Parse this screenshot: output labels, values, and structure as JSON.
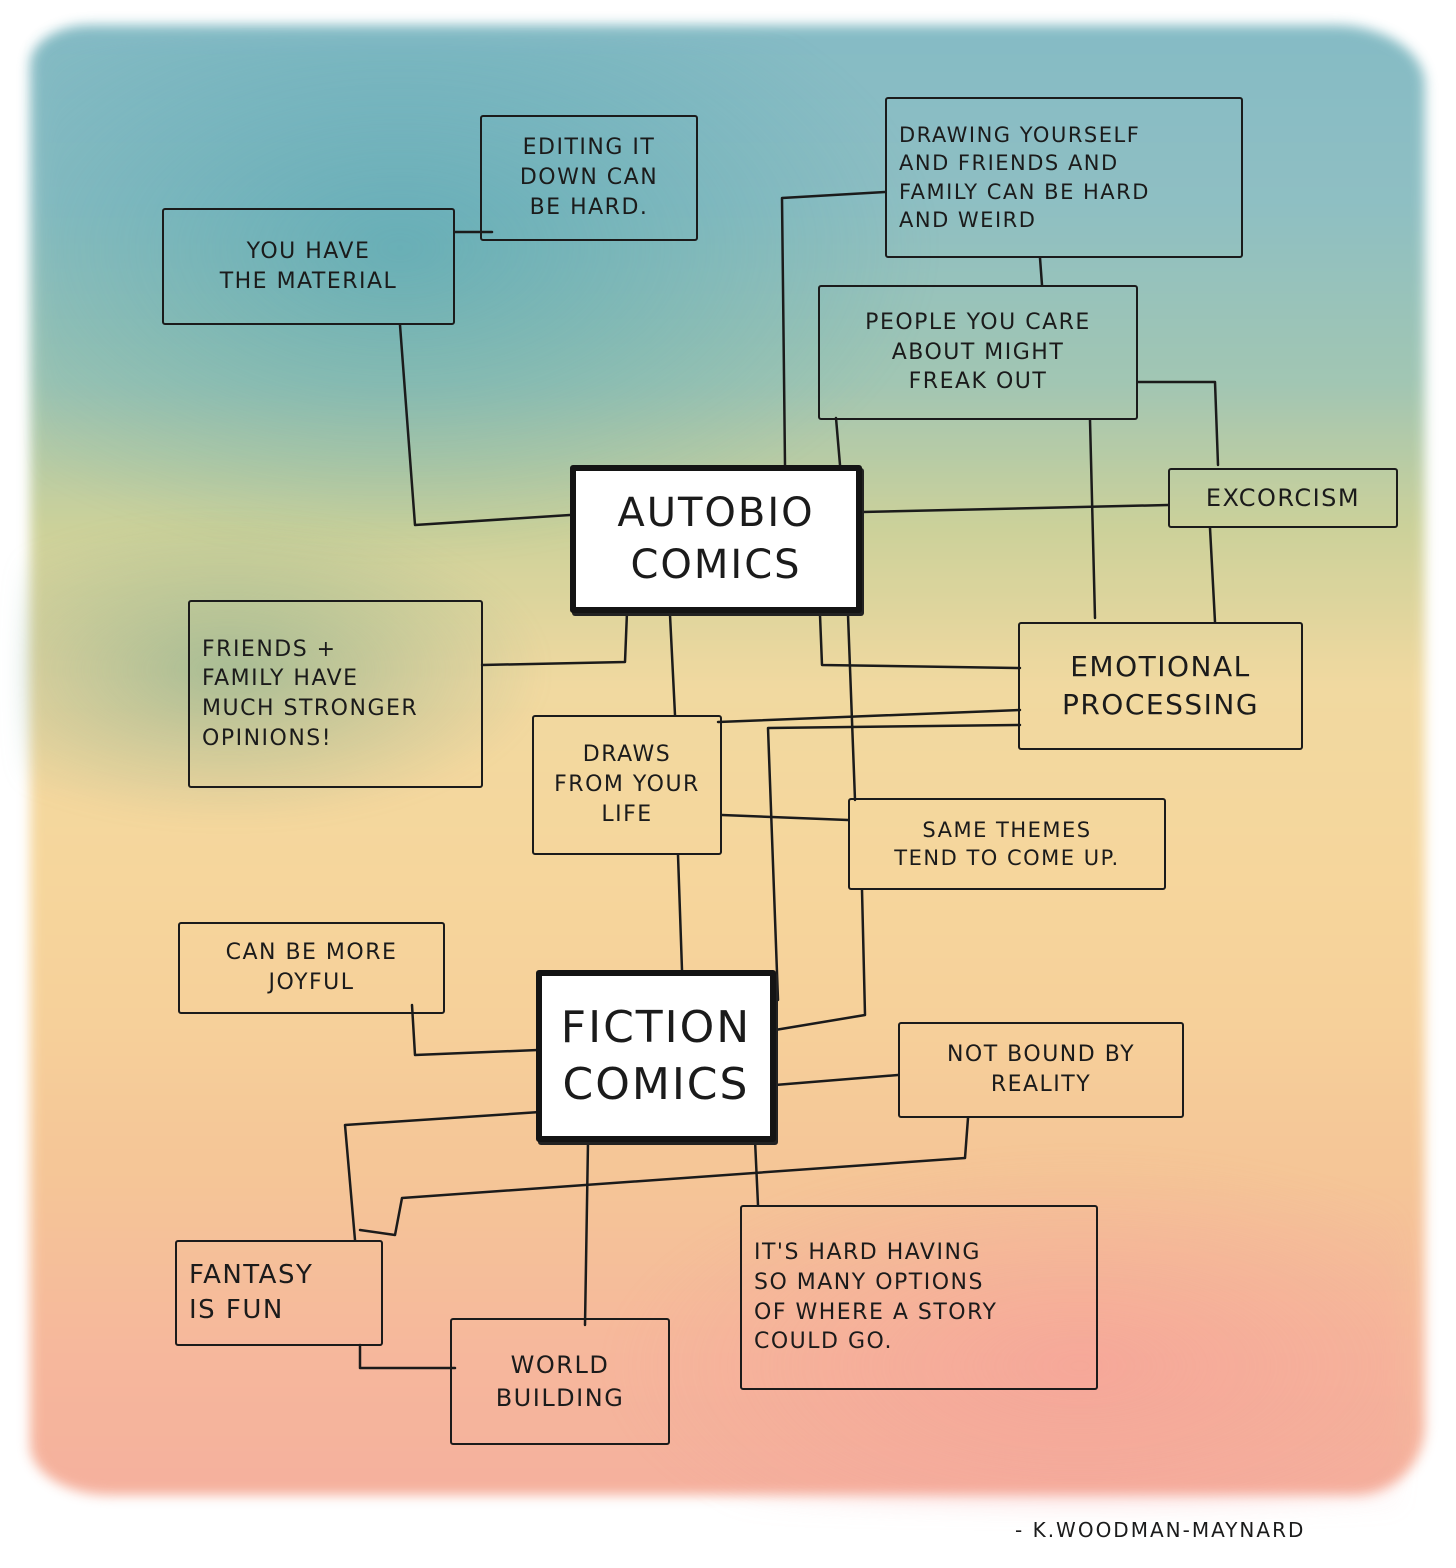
{
  "nodes": {
    "autobio": "AUTOBIO\nCOMICS",
    "fiction": "FICTION\nCOMICS",
    "you_have_material": "YOU HAVE\nTHE MATERIAL",
    "editing_down": "EDITING IT\nDOWN CAN\nBE HARD.",
    "drawing_yourself": "DRAWING YOURSELF\nAND FRIENDS AND\nFAMILY CAN BE HARD\nAND WEIRD",
    "people_care": "PEOPLE YOU CARE\nABOUT MIGHT\nFREAK OUT",
    "excorcism": "EXCORCISM",
    "friends_family": "FRIENDS +\nFAMILY HAVE\nMUCH STRONGER\nOPINIONS!",
    "emotional_processing": "EMOTIONAL\nPROCESSING",
    "draws_from_life": "DRAWS\nFROM YOUR\nLIFE",
    "same_themes": "SAME THEMES\nTEND TO COME UP.",
    "more_joyful": "CAN BE MORE\nJOYFUL",
    "not_bound": "NOT BOUND BY\nREALITY",
    "fantasy_fun": "FANTASY\nIS FUN",
    "world_building": "WORLD\nBUILDING",
    "many_options": "IT'S HARD HAVING\nSO MANY OPTIONS\nOF WHERE A STORY\nCOULD GO."
  },
  "signature": "- K.WOODMAN-MAYNARD",
  "colors": {
    "ink": "#1b1b1b",
    "wash_top": "#7fb8c2",
    "wash_middle": "#f6d497",
    "wash_bottom": "#f5ac98"
  }
}
